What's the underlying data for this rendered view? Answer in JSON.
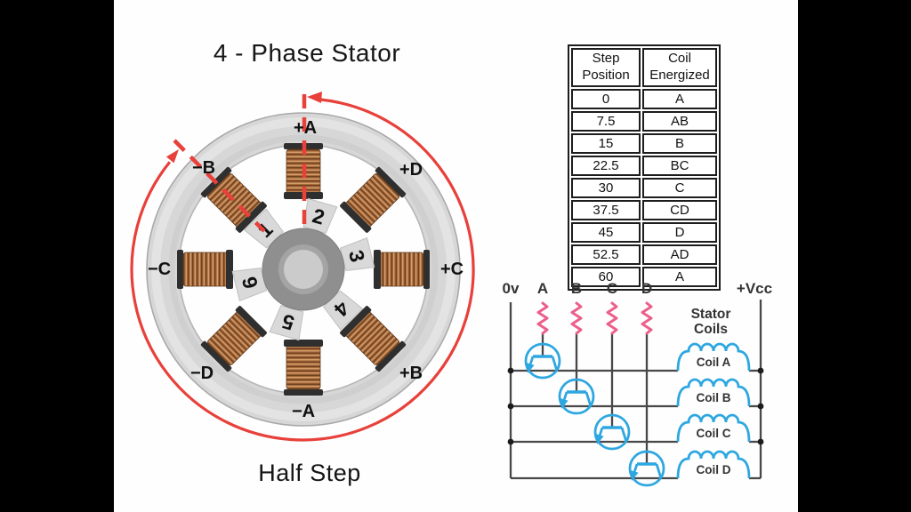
{
  "title": "4 - Phase Stator",
  "subtitle": "Half Step",
  "stator": {
    "pole_labels": [
      "+A",
      "−B",
      "+D",
      "−C",
      "+C",
      "−D",
      "+B",
      "−A"
    ],
    "rotor_teeth": [
      "1",
      "2",
      "3",
      "4",
      "5",
      "6"
    ]
  },
  "table": {
    "headers": [
      "Step\nPosition",
      "Coil\nEnergized"
    ],
    "rows": [
      {
        "step": "0",
        "coil": "A"
      },
      {
        "step": "7.5",
        "coil": "AB"
      },
      {
        "step": "15",
        "coil": "B"
      },
      {
        "step": "22.5",
        "coil": "BC"
      },
      {
        "step": "30",
        "coil": "C"
      },
      {
        "step": "37.5",
        "coil": "CD"
      },
      {
        "step": "45",
        "coil": "D"
      },
      {
        "step": "52.5",
        "coil": "AD"
      },
      {
        "step": "60",
        "coil": "A"
      }
    ]
  },
  "circuit": {
    "ground_label": "0v",
    "supply_label": "+Vcc",
    "input_labels": [
      "A",
      "B",
      "C",
      "D"
    ],
    "section_label_1": "Stator",
    "section_label_2": "Coils",
    "coil_labels": [
      "Coil A",
      "Coil B",
      "Coil C",
      "Coil D"
    ]
  },
  "colors": {
    "arrow_red": "#e8403a",
    "wire_blue": "#2ea7e0",
    "resistor_pink": "#ec5f8a",
    "wire_dark": "#484848"
  }
}
